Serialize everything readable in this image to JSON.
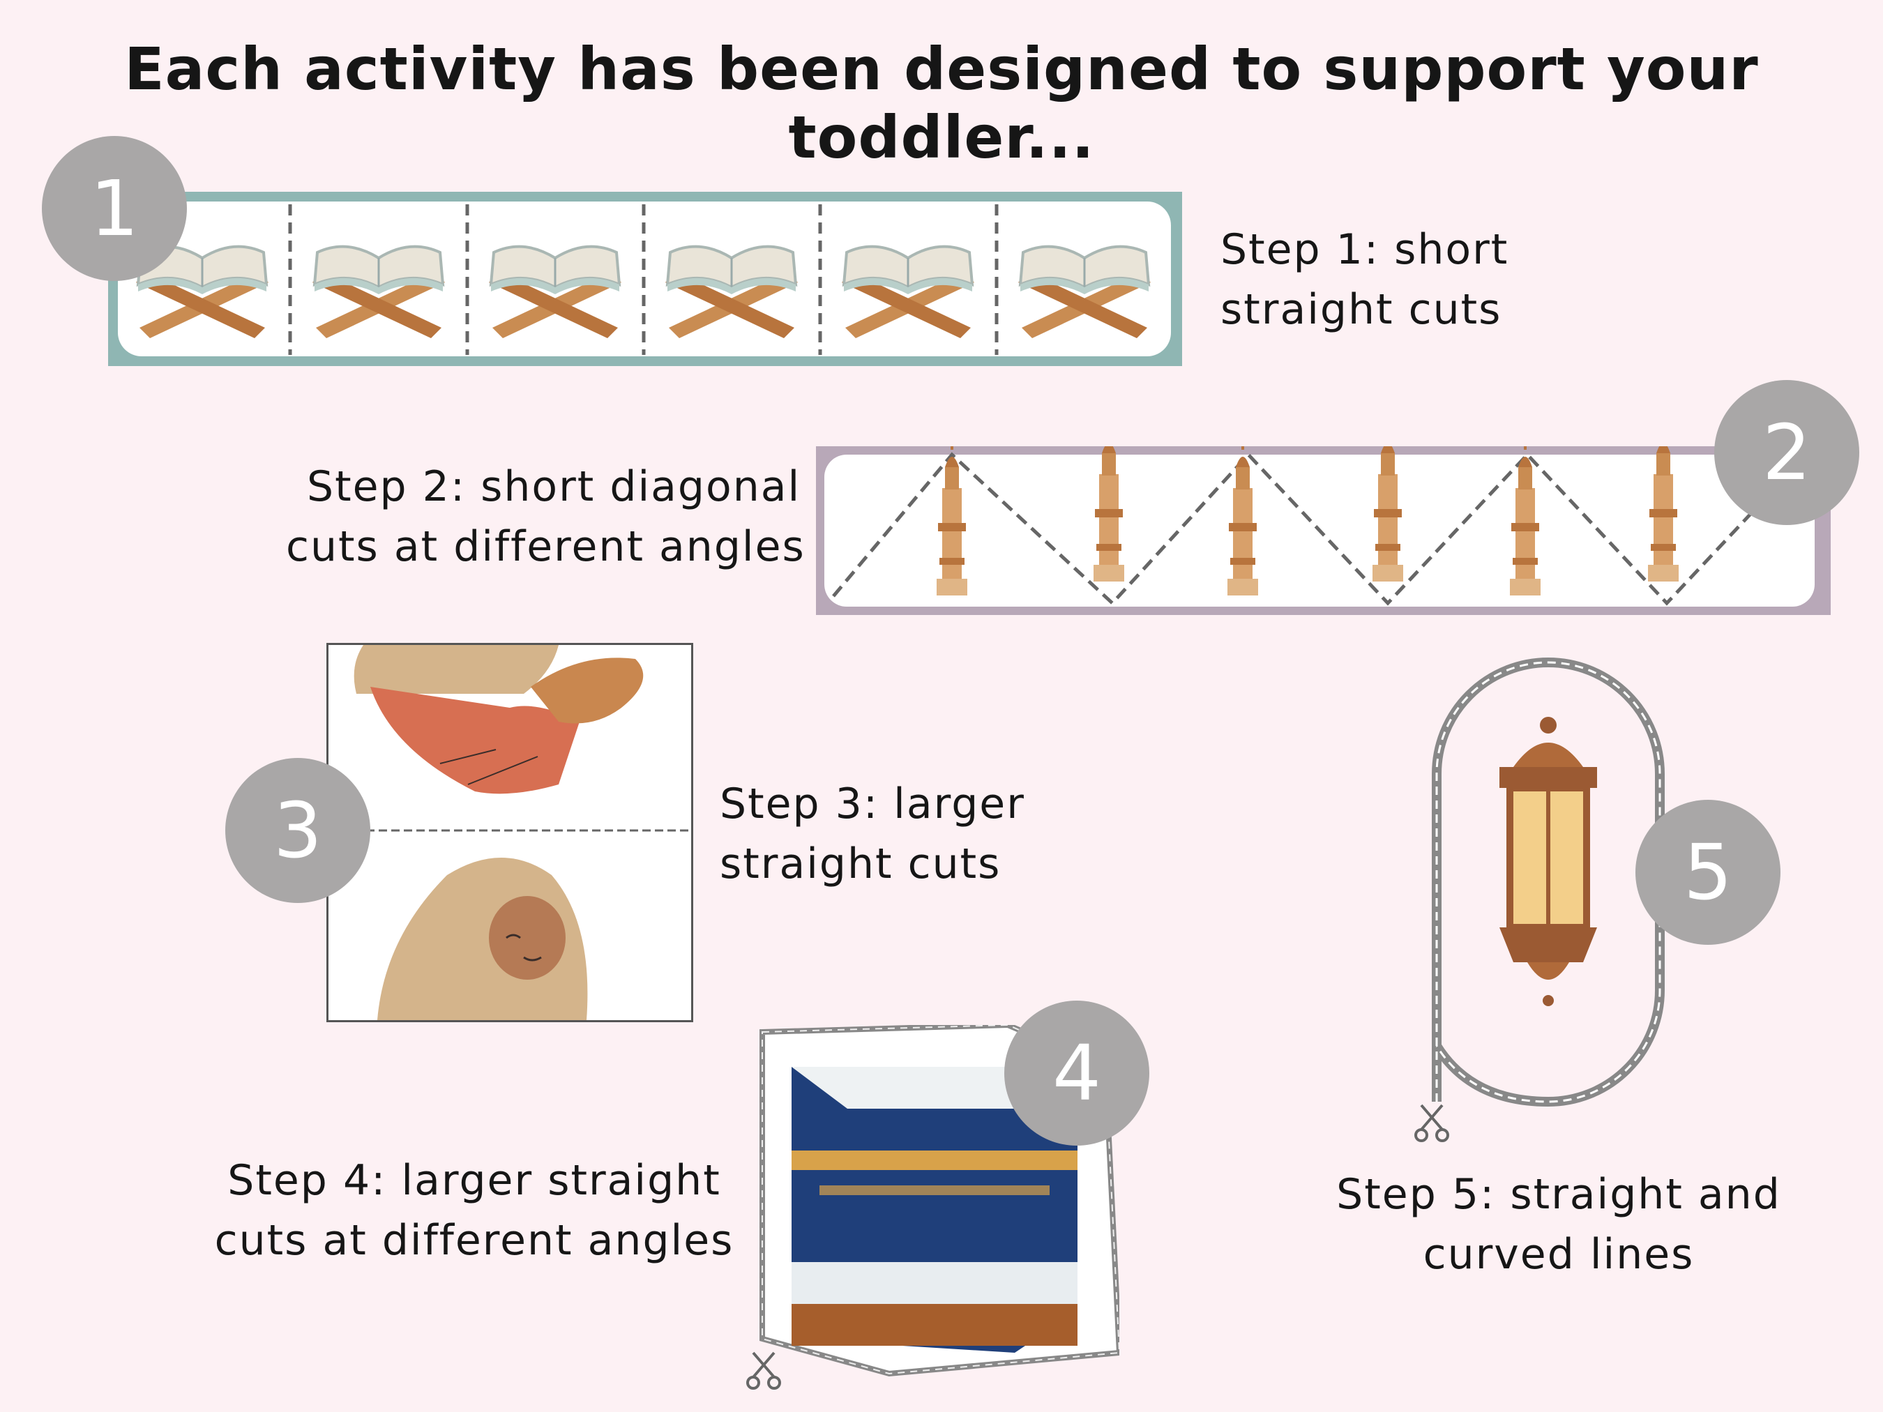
{
  "title": "Each activity has been designed to support your toddler...",
  "steps": [
    {
      "number": "1",
      "caption_lines": [
        "Step 1: short",
        "straight cuts"
      ]
    },
    {
      "number": "2",
      "caption_lines": [
        "Step 2: short diagonal",
        "cuts at different angles"
      ]
    },
    {
      "number": "3",
      "caption_lines": [
        "Step 3: larger",
        "straight cuts"
      ]
    },
    {
      "number": "4",
      "caption_lines": [
        "Step 4: larger straight",
        "cuts at different angles"
      ]
    },
    {
      "number": "5",
      "caption_lines": [
        "Step 5: straight and",
        "curved lines"
      ]
    }
  ],
  "icons": {
    "quran_stand": "quran-on-stand-icon",
    "minaret": "minaret-icon",
    "praying_girl": "praying-girl-illustration",
    "kaaba": "kaaba-illustration",
    "lantern": "lantern-illustration",
    "scissors": "scissors-icon"
  },
  "colors": {
    "background": "#fdf1f4",
    "badge": "#a9a7a7",
    "strip1_border": "#8fb6b3",
    "strip2_border": "#b8a8b8",
    "cut_line": "#666666"
  }
}
